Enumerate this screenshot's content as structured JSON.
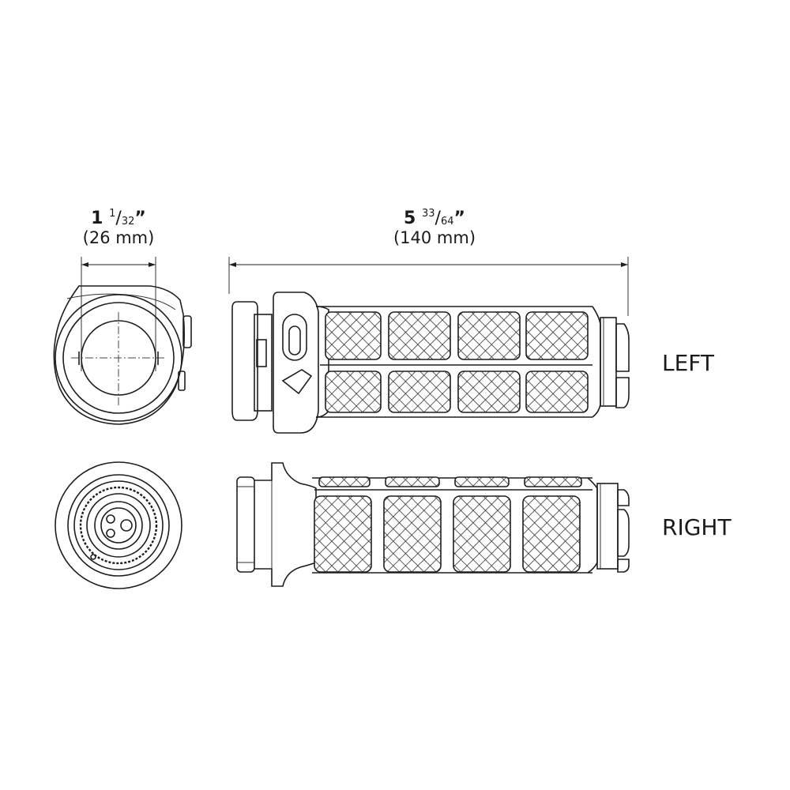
{
  "dimensions": {
    "width": {
      "whole": "1",
      "num": "1",
      "den": "32",
      "unit": "”",
      "metric": "(26 mm)"
    },
    "length": {
      "whole": "5",
      "num": "33",
      "den": "64",
      "unit": "”",
      "metric": "(140 mm)"
    }
  },
  "labels": {
    "left": "LEFT",
    "right": "RIGHT"
  },
  "colors": {
    "line": "#1e1e1e",
    "background": "#ffffff"
  }
}
